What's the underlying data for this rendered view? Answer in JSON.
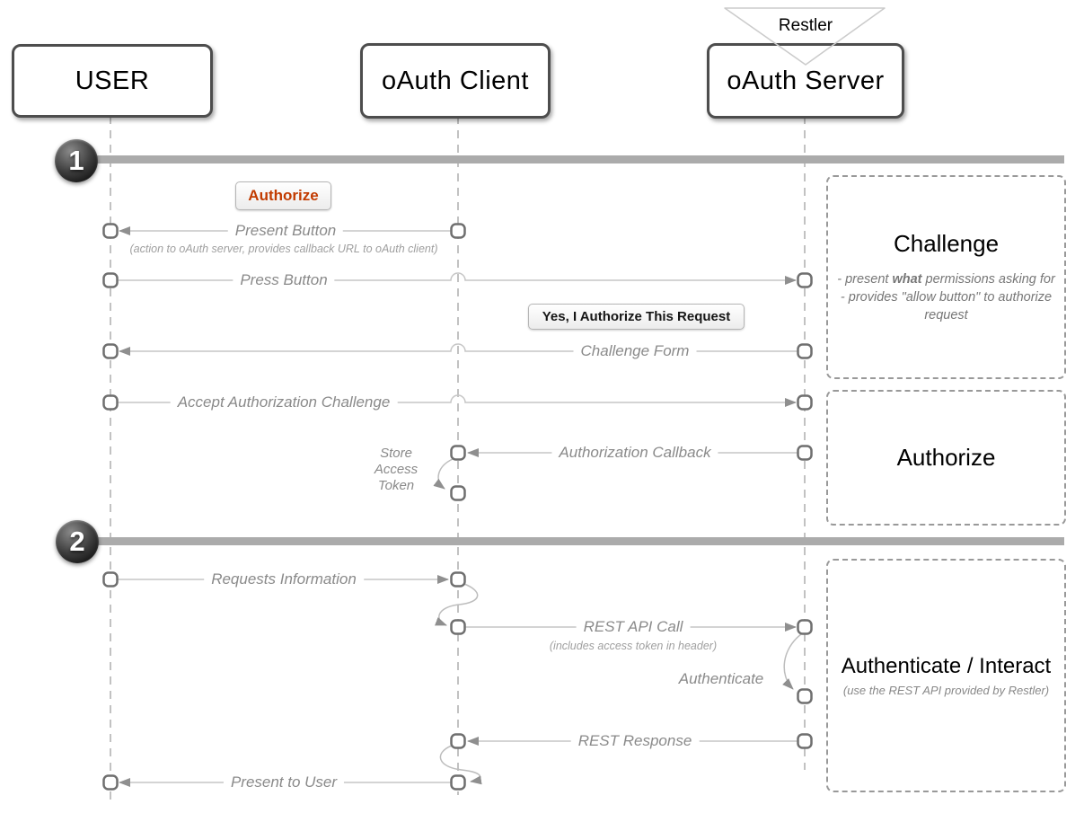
{
  "actors": {
    "user": "USER",
    "client": "oAuth Client",
    "server": "oAuth Server"
  },
  "server_tag": "Restler",
  "phases": {
    "phase1": "1",
    "phase2": "2"
  },
  "buttons": {
    "authorize_label": "Authorize",
    "yes_authorize_label": "Yes, I Authorize This Request"
  },
  "messages": {
    "present_button": "Present Button",
    "present_button_note": "(action to oAuth server, provides callback URL to oAuth client)",
    "press_button": "Press Button",
    "challenge_form": "Challenge Form",
    "accept_challenge": "Accept Authorization Challenge",
    "authorization_callback": "Authorization Callback",
    "store_access_token": "Store\nAccess\nToken",
    "requests_information": "Requests Information",
    "rest_api_call": "REST API Call",
    "rest_api_call_note": "(includes access token in header)",
    "authenticate": "Authenticate",
    "rest_response": "REST Response",
    "present_to_user": "Present to User"
  },
  "annotations": {
    "challenge_title": "Challenge",
    "challenge_line1_prefix": "- present ",
    "challenge_line1_bold": "what",
    "challenge_line1_suffix": " permissions asking for",
    "challenge_line2": "- provides \"allow button\" to authorize request",
    "authorize_title": "Authorize",
    "auth_interact_title": "Authenticate / Interact",
    "auth_interact_note": "(use the REST API provided by  Restler)"
  },
  "colors": {
    "authorize_button_text": "#c23b00",
    "phase_bar": "#ababab",
    "message_line": "#c6c6c6",
    "arrowhead": "#8f8f8f",
    "label_gray": "#8a8a8a"
  }
}
